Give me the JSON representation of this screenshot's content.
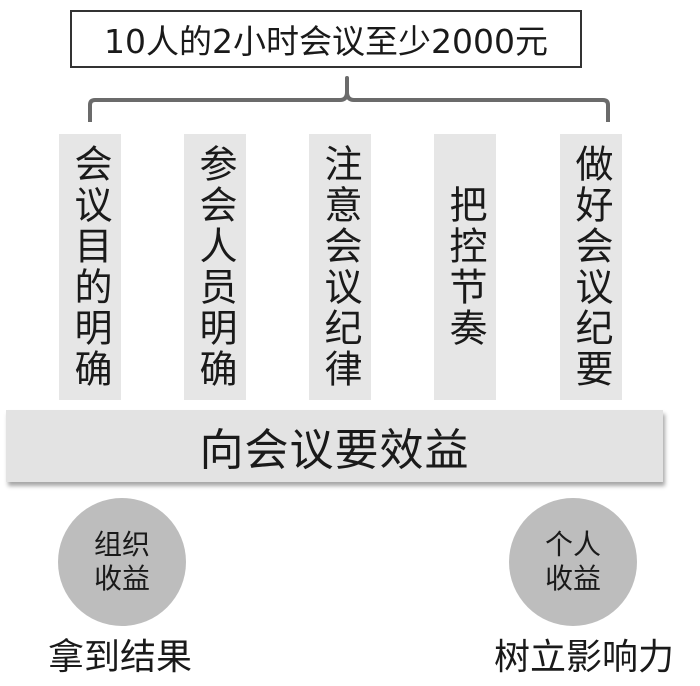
{
  "title": "10人的2小时会议至少2000元",
  "items": [
    {
      "label": "会议目的明确"
    },
    {
      "label": "参会人员明确"
    },
    {
      "label": "注意会议纪律"
    },
    {
      "label": "把控节奏"
    },
    {
      "label": "做好会议纪要"
    }
  ],
  "bar_text": "向会议要效益",
  "left": {
    "circle_text": "组织收益",
    "caption": "拿到结果"
  },
  "right": {
    "circle_text": "个人收益",
    "caption": "树立影响力"
  },
  "colors": {
    "column_bg": "#e6e6e6",
    "bar_bg": "#e3e3e3",
    "circle_bg": "#bdbdbd",
    "brace": "#6b6b6b"
  }
}
